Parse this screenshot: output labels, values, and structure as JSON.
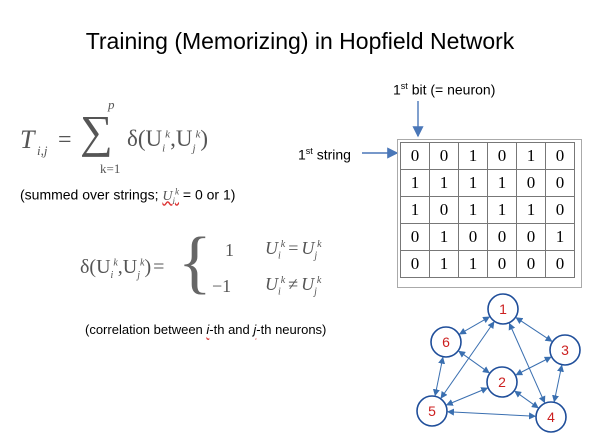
{
  "title": "Training (Memorizing) in Hopfield Network",
  "formula": {
    "lhs": "T",
    "lhs_sub": "i,j",
    "upper": "p",
    "lower": "k=1",
    "delta": "δ(U",
    "sup_k": "k",
    "sub_i": "i",
    "sub_j": "j",
    "comma": ",U",
    "close": ")",
    "eq": "="
  },
  "summed_note": {
    "prefix": "(summed over strings; ",
    "var": "U",
    "var_sup": "k",
    "var_sub": "i",
    "suffix": " = 0 or 1)"
  },
  "piecewise": {
    "lhs": "δ(U",
    "case1_value": "1",
    "case2_value": "−1",
    "U": "U",
    "eq_sym": "=",
    "neq_sym": "≠"
  },
  "correlation_note": {
    "part1": "(correlation between ",
    "i": "i",
    "part2": "-th and ",
    "j": "j",
    "part3": "-th neurons)"
  },
  "bit_label": {
    "sup": "st",
    "num": "1",
    "text": " bit (= neuron)"
  },
  "string_label": {
    "sup": "st",
    "num": "1",
    "text": " string"
  },
  "matrix": [
    [
      "0",
      "0",
      "1",
      "0",
      "1",
      "0"
    ],
    [
      "1",
      "1",
      "1",
      "1",
      "0",
      "0"
    ],
    [
      "1",
      "0",
      "1",
      "1",
      "1",
      "0"
    ],
    [
      "0",
      "1",
      "0",
      "0",
      "0",
      "1"
    ],
    [
      "0",
      "1",
      "1",
      "0",
      "0",
      "0"
    ]
  ],
  "network": {
    "node_color": "#1f4e9a",
    "label_color": "#cc1f1f",
    "edge_color": "#3a6fb0",
    "nodes": [
      {
        "id": "1",
        "label": "1"
      },
      {
        "id": "2",
        "label": "2"
      },
      {
        "id": "3",
        "label": "3"
      },
      {
        "id": "4",
        "label": "4"
      },
      {
        "id": "5",
        "label": "5"
      },
      {
        "id": "6",
        "label": "6"
      }
    ]
  }
}
